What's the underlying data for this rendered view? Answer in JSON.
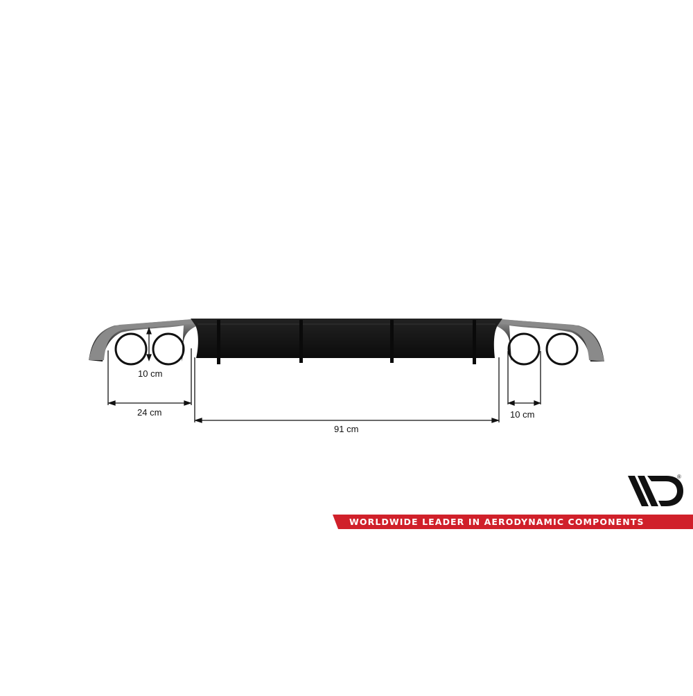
{
  "product": {
    "name": "rear-diffuser",
    "color": "#111111"
  },
  "dimensions": {
    "exhaust_height": "10 cm",
    "left_exhaust_span": "24 cm",
    "center_width": "91 cm",
    "right_exhaust_diameter": "10 cm"
  },
  "brand": {
    "tagline": "WORLDWIDE LEADER IN AERODYNAMIC COMPONENTS",
    "logo_mark": "MD",
    "registered_symbol": "®",
    "accent_color": "#d0202a"
  }
}
